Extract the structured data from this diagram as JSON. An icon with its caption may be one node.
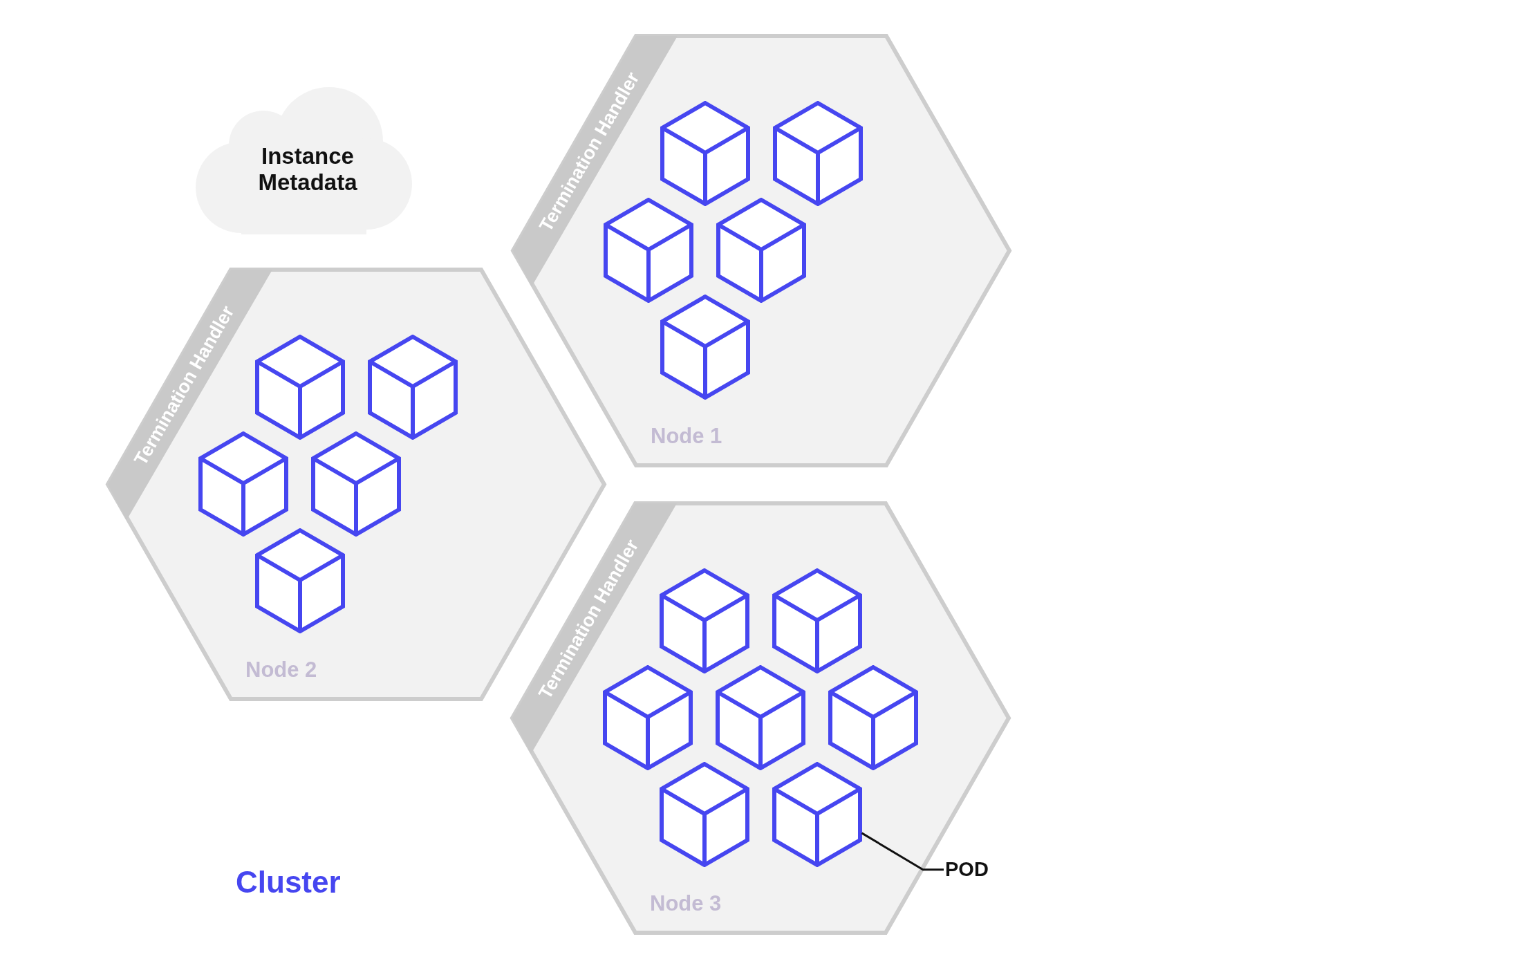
{
  "diagram": {
    "nodes": [
      {
        "text": [
          "Instance Metadata"
        ]
      },
      {
        "text": [
          "Node 1"
        ]
      },
      {
        "text": [
          "Termination Handler"
        ],
        "in": 1
      },
      {
        "text": [],
        "shape": "cube",
        "in": 1
      },
      {
        "text": [],
        "shape": "cube",
        "in": 1
      },
      {
        "text": [],
        "shape": "cube",
        "in": 1
      },
      {
        "text": [],
        "shape": "cube",
        "in": 1
      },
      {
        "text": [],
        "shape": "cube",
        "in": 1
      },
      {
        "text": [
          "Node 2"
        ]
      },
      {
        "text": [
          "Termination Handler"
        ],
        "in": 8
      },
      {
        "text": [],
        "shape": "cube",
        "in": 8
      },
      {
        "text": [],
        "shape": "cube",
        "in": 8
      },
      {
        "text": [],
        "shape": "cube",
        "in": 8
      },
      {
        "text": [],
        "shape": "cube",
        "in": 8
      },
      {
        "text": [],
        "shape": "cube",
        "in": 8
      },
      {
        "text": [
          "Node 3"
        ]
      },
      {
        "text": [
          "Termination Handler"
        ],
        "in": 15
      },
      {
        "text": [],
        "shape": "cube",
        "in": 15
      },
      {
        "text": [],
        "shape": "cube",
        "in": 15
      },
      {
        "text": [],
        "shape": "cube",
        "in": 15
      },
      {
        "text": [],
        "shape": "cube",
        "in": 15
      },
      {
        "text": [],
        "shape": "cube",
        "in": 15
      },
      {
        "text": [],
        "shape": "cube",
        "in": 15
      },
      {
        "text": [],
        "shape": "cube",
        "in": 15
      },
      {
        "text": [
          "POD"
        ]
      }
    ],
    "edges": [
      {
        "from": 24,
        "to": 23,
        "arrow": "none"
      }
    ],
    "labels": [
      "Cluster"
    ]
  }
}
